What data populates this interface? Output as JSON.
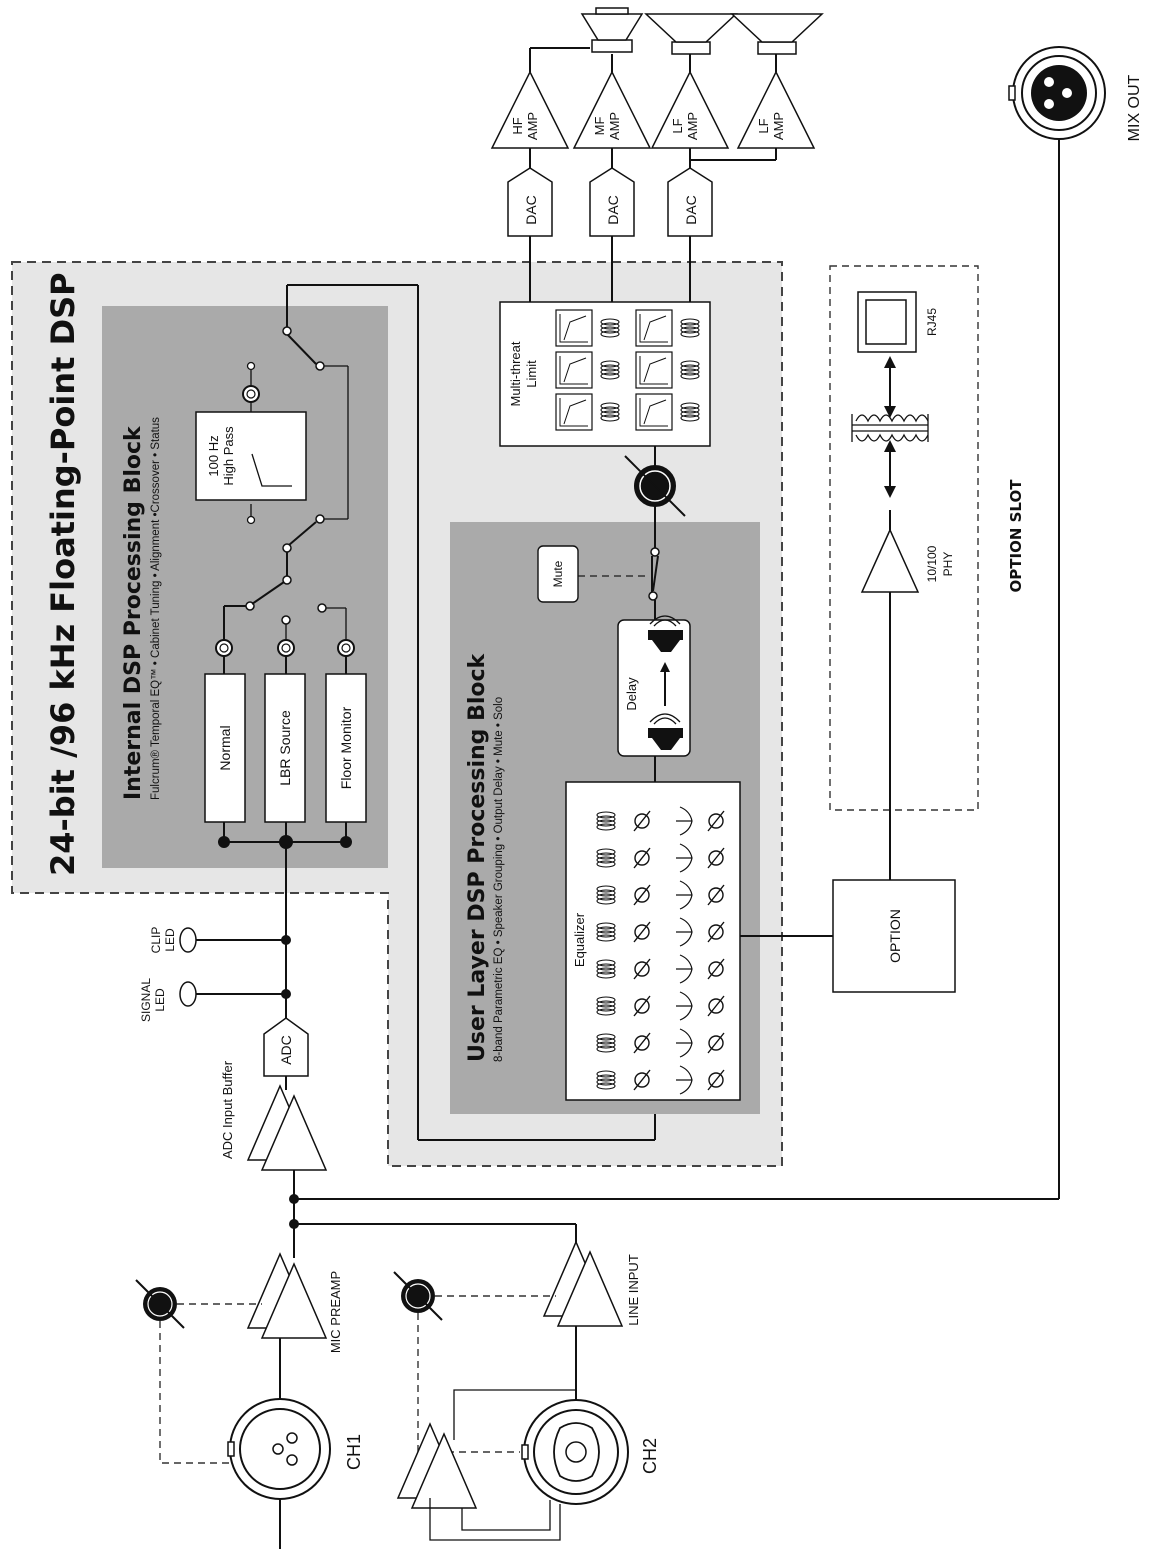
{
  "title": "24-bit /96 kHz Floating-Point DSP",
  "internal_block": {
    "title": "Internal DSP Processing Block",
    "subtitle": "Fulcrum® Temporal EQ™ • Cabinet Tuning • Alignment •Crossover • Status",
    "modes": [
      "Normal",
      "LBR Source",
      "Floor Monitor"
    ],
    "high_pass": [
      "100 Hz",
      "High Pass"
    ]
  },
  "user_block": {
    "title": "User Layer DSP Processing Block",
    "subtitle": "8-band Parametric EQ • Speaker Grouping • Output Delay • Mute • Solo",
    "equalizer_label": "Equalizer",
    "delay_label": "Delay",
    "mute_label": "Mute"
  },
  "limiter": [
    "Multi-threat",
    "Limit"
  ],
  "dacs": [
    "DAC",
    "DAC",
    "DAC"
  ],
  "amps": [
    [
      "HF",
      "AMP"
    ],
    [
      "MF",
      "AMP"
    ],
    [
      "LF",
      "AMP"
    ],
    [
      "LF",
      "AMP"
    ]
  ],
  "leds": {
    "clip": [
      "CLIP",
      "LED"
    ],
    "signal": [
      "SIGNAL",
      "LED"
    ]
  },
  "adc_label": "ADC",
  "adc_buffer_label": "ADC Input Buffer",
  "mic_preamp_label": "MIC PREAMP",
  "line_input_label": "LINE INPUT",
  "channels": [
    "CH1",
    "CH2"
  ],
  "mix_out_label": "MIX OUT",
  "option_label": "OPTION",
  "option_slot": {
    "title": "OPTION SLOT",
    "phy": [
      "10/100",
      "PHY"
    ],
    "rj45": "RJ45"
  },
  "colors": {
    "outer_panel": "#e6e6e6",
    "inner_panel": "#aaaaaa",
    "line": "#111111"
  }
}
